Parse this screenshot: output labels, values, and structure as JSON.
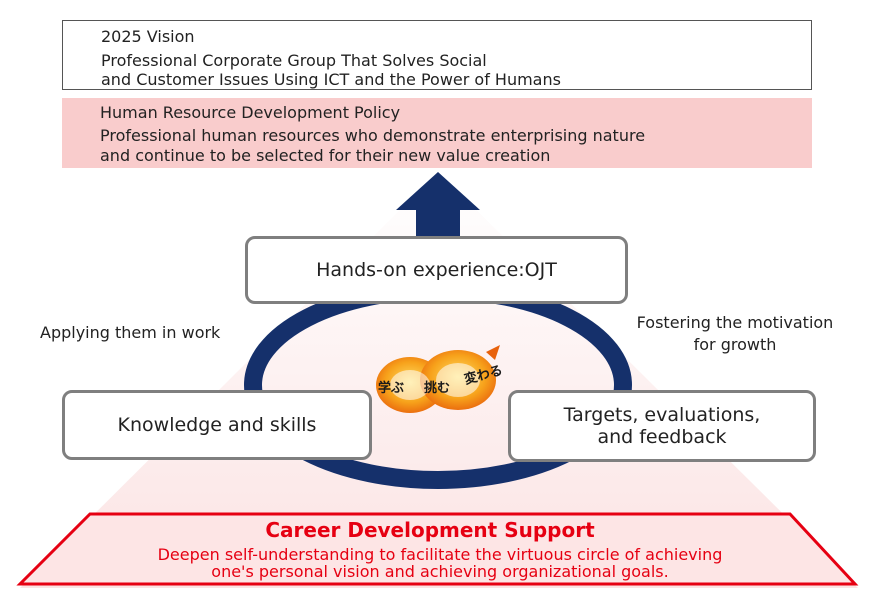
{
  "vision": {
    "title": "2025 Vision",
    "line1": "Professional Corporate Group That Solves Social",
    "line2": "and Customer Issues Using ICT and the Power of Humans"
  },
  "policy": {
    "title": "Human Resource Development Policy",
    "line1": "Professional human resources who demonstrate enterprising nature",
    "line2": "and continue to be selected for their new value creation"
  },
  "cycle": {
    "top": "Hands-on experience:OJT",
    "left": "Knowledge and skills",
    "right_line1": "Targets, evaluations,",
    "right_line2": "and feedback",
    "left_label": "Applying them in work",
    "right_label_line1": "Fostering the motivation",
    "right_label_line2": "for growth",
    "logo": {
      "text1": "学ぶ",
      "text2": "挑む",
      "text3": "変わる"
    }
  },
  "career": {
    "title": "Career Development Support",
    "line1": "Deepen self-understanding to facilitate the virtuous circle of achieving",
    "line2": "one's personal vision and achieving organizational goals."
  },
  "colors": {
    "navy": "#15306b",
    "red": "#e60012",
    "pink": "#f9cccc",
    "orange": "#f39800",
    "gray_border": "#7f7f7f"
  }
}
